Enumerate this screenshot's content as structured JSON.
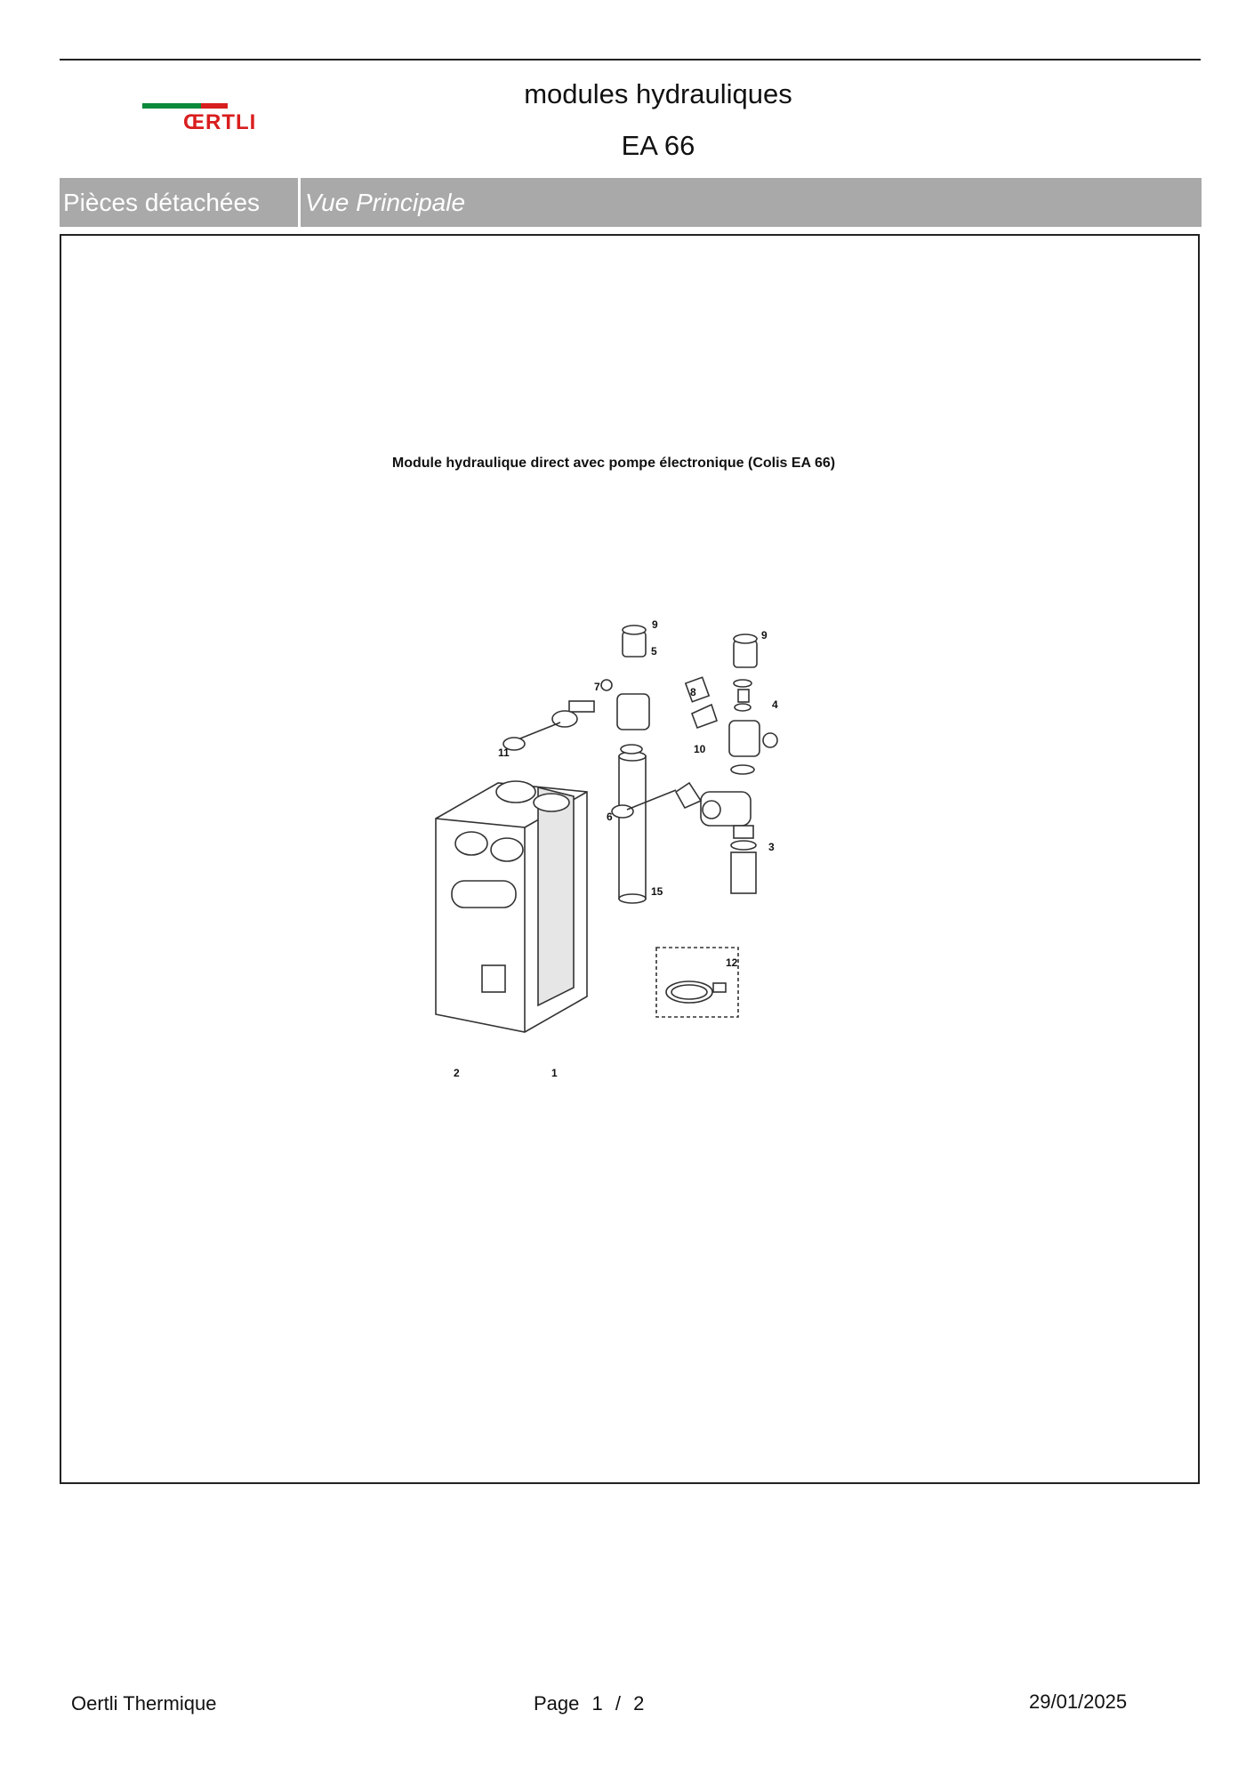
{
  "header": {
    "logo_text": "ŒRTLI",
    "title": "modules hydrauliques",
    "model": "EA 66"
  },
  "section": {
    "label": "Pièces détachées",
    "view": "Vue Principale"
  },
  "diagram": {
    "caption": "Module hydraulique direct avec pompe électronique (Colis EA 66)",
    "part_labels": [
      "9",
      "5",
      "9",
      "7",
      "8",
      "4",
      "11",
      "10",
      "6",
      "3",
      "15",
      "12",
      "2",
      "1"
    ]
  },
  "footer": {
    "company": "Oertli Thermique",
    "page_label": "Page",
    "page_current": "1",
    "page_sep": "/",
    "page_total": "2",
    "date": "29/01/2025"
  }
}
